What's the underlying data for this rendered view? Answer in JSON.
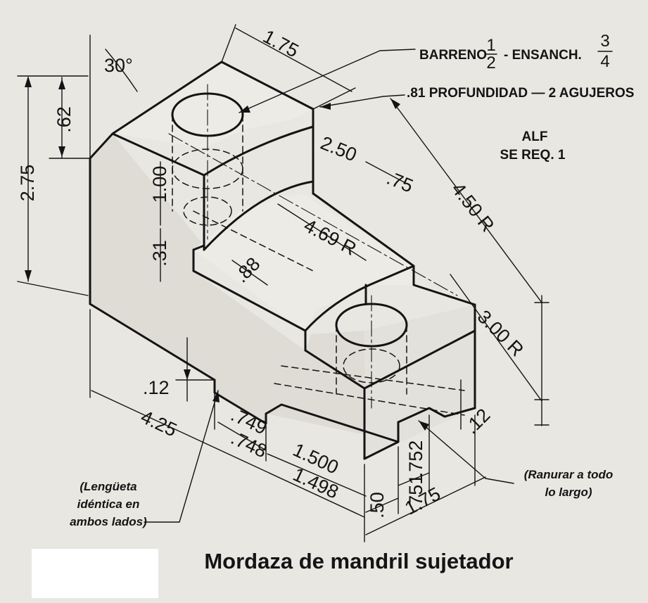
{
  "title": "Mordaza de mandril sujetador",
  "notes": {
    "barreno_prefix": "BARRENO",
    "frac_half_num": "1",
    "frac_half_den": "2",
    "ensanch": "- ENSANCH.",
    "frac_q_num": "3",
    "frac_q_den": "4",
    "profundidad": ".81 PROFUNDIDAD — 2 AGUJEROS",
    "alf": "ALF",
    "se_req": "SE REQ. 1",
    "lengueta": [
      "(Lengüeta",
      "idéntica en",
      "ambos lados)"
    ],
    "ranurar": [
      "(Ranurar a todo",
      "lo largo)"
    ]
  },
  "dimensions": {
    "angle_30": "30°",
    "d_1_75_top": "1.75",
    "d_62": ".62",
    "d_2_75": "2.75",
    "d_2_50": "2.50",
    "d_75": ".75",
    "d_4_50R": "4.50 R",
    "d_1_00": "1.00",
    "d_31": ".31",
    "d_4_69R": "4.69 R",
    "d_88": ".88",
    "d_3_00R": "3.00 R",
    "d_12_left": ".12",
    "d_12_right": ".12",
    "d_4_25": "4.25",
    "d_749": ".749",
    "d_748": ".748",
    "d_1_500": "1.500",
    "d_1_498": "1.498",
    "d_50": ".50",
    "d_752": ".752",
    "d_751": ".751",
    "d_1_75_bottom": "1.75"
  }
}
